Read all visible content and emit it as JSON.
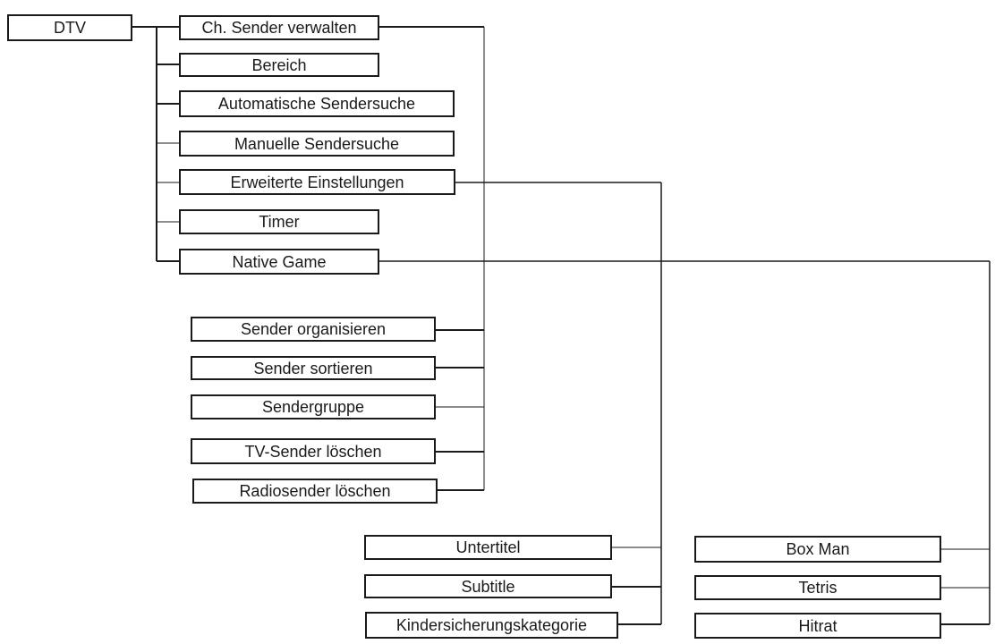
{
  "root": {
    "label": "DTV"
  },
  "dtv_menu": [
    {
      "label": "Ch. Sender verwalten"
    },
    {
      "label": "Bereich"
    },
    {
      "label": "Automatische Sendersuche"
    },
    {
      "label": "Manuelle Sendersuche"
    },
    {
      "label": "Erweiterte Einstellungen"
    },
    {
      "label": "Timer"
    },
    {
      "label": "Native Game"
    }
  ],
  "channel_menu": [
    {
      "label": "Sender organisieren"
    },
    {
      "label": "Sender sortieren"
    },
    {
      "label": "Sendergruppe"
    },
    {
      "label": "TV-Sender löschen"
    },
    {
      "label": "Radiosender löschen"
    }
  ],
  "advanced_menu": [
    {
      "label": "Untertitel"
    },
    {
      "label": "Subtitle"
    },
    {
      "label": "Kindersicherungskategorie"
    }
  ],
  "game_menu": [
    {
      "label": "Box Man"
    },
    {
      "label": "Tetris"
    },
    {
      "label": "Hitrat"
    }
  ]
}
